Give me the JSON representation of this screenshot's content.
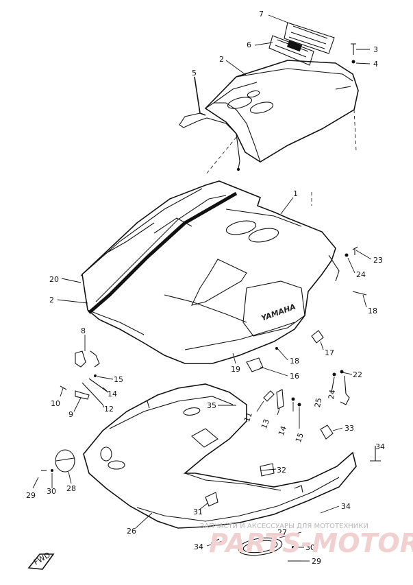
{
  "parts": [
    "1",
    "2",
    "3",
    "4",
    "5",
    "6",
    "7",
    "8",
    "10",
    "11",
    "12",
    "13",
    "14",
    "15",
    "16",
    "17",
    "18",
    "19",
    "20",
    "22",
    "23",
    "24",
    "25",
    "26",
    "27",
    "28",
    "29",
    "30",
    "31",
    "32",
    "33",
    "34",
    "35"
  ],
  "labels": {
    "p7": "7",
    "p6": "6",
    "p3": "3",
    "p4": "4",
    "p2a": "2",
    "p5": "5",
    "p1": "1",
    "p23": "23",
    "p24a": "24",
    "p20": "20",
    "p2b": "2",
    "p18a": "18",
    "p8": "8",
    "p17": "17",
    "p18b": "18",
    "p19": "19",
    "p15a": "15",
    "p16": "16",
    "p14a": "14",
    "p10": "10",
    "p12": "12",
    "p22": "22",
    "p9": "9",
    "p24b": "24",
    "p25": "25",
    "p35a": "35",
    "p11": "11",
    "p13": "13",
    "p14b": "14",
    "p15b": "15",
    "p33": "33",
    "p34a": "34",
    "p32": "32",
    "p29a": "29",
    "p30a": "30",
    "p28": "28",
    "p31": "31",
    "p34b": "34",
    "p26": "26",
    "p27": "27",
    "p34c": "34",
    "p30b": "30",
    "p29b": "29"
  },
  "hood_brand": "YAMAHA",
  "front_mark": "FWD",
  "watermark": {
    "line": "ЗАПЧАСТИ И АКСЕССУАРЫ ДЛЯ МОТОТЕХНИКИ",
    "brand": "PARTS-MOTOR.RU"
  }
}
